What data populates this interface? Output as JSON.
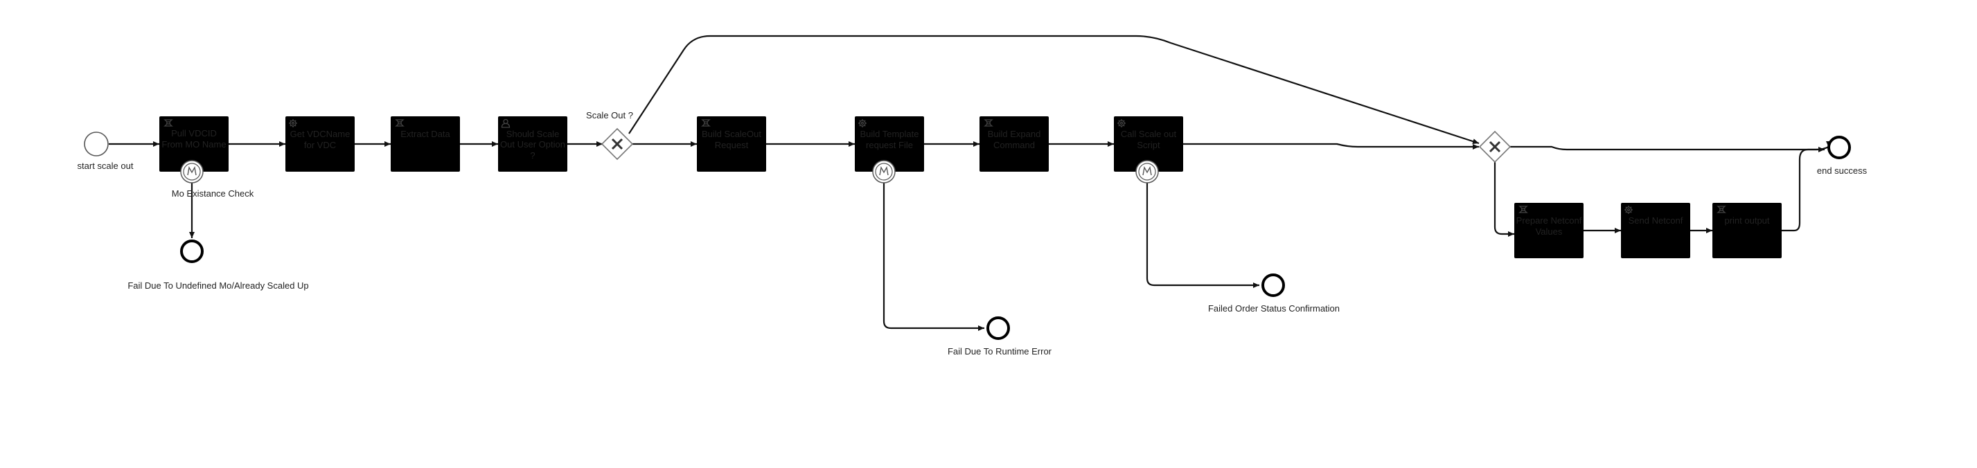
{
  "diagram": {
    "events": {
      "start": "start scale out",
      "end_success": "end success",
      "fail_undefined": "Fail Due To Undefined Mo/Already Scaled Up",
      "fail_runtime": "Fail Due To Runtime Error",
      "fail_order": "Failed Order Status Confirmation"
    },
    "tasks": {
      "pull_vdcid": [
        "Pull VDCID",
        "From MO Name"
      ],
      "get_vdcname": [
        "Get VDCName",
        "for  VDC"
      ],
      "extract_data": [
        "Extract Data"
      ],
      "should_scale": [
        "Should Scale",
        "Out User Option",
        "?"
      ],
      "build_scaleout": [
        "Build ScaleOut",
        "Request"
      ],
      "build_template": [
        "Build Template",
        "request File"
      ],
      "build_expand": [
        "Build Expand",
        "Command"
      ],
      "call_script": [
        "Call Scale out",
        "Script"
      ],
      "prepare_netconf": [
        "Prepare Netconf",
        "Values"
      ],
      "send_netconf": [
        "Send Netconf"
      ],
      "print_output": [
        "print output"
      ]
    },
    "gateways": {
      "scale_out": "Scale Out ?"
    },
    "boundary_labels": {
      "mo_check": "Mo Existance Check"
    },
    "task_icons": {
      "pull_vdcid": "script-icon",
      "get_vdcname": "gear-icon",
      "extract_data": "script-icon",
      "should_scale": "user-icon",
      "build_scaleout": "script-icon",
      "build_template": "gear-icon",
      "build_expand": "script-icon",
      "call_script": "gear-icon",
      "prepare_netconf": "script-icon",
      "send_netconf": "gear-icon",
      "print_output": "script-icon"
    }
  }
}
